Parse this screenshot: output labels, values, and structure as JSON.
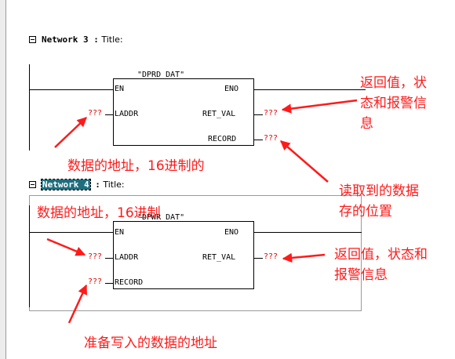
{
  "networks": [
    {
      "number_label": "Network 3",
      "title": "Title:",
      "block_name": "\"DPRD_DAT\"",
      "pins": {
        "en": "EN",
        "eno": "ENO",
        "laddr": "LADDR",
        "ret_val": "RET_VAL",
        "record": "RECORD"
      },
      "operands": {
        "laddr": "???",
        "ret_val": "???",
        "record": "???"
      }
    },
    {
      "number_label": "Network 4",
      "title": "Title:",
      "block_name": "\"DPWR_DAT\"",
      "pins": {
        "en": "EN",
        "eno": "ENO",
        "laddr": "LADDR",
        "ret_val": "RET_VAL",
        "record": "RECORD"
      },
      "operands": {
        "laddr": "???",
        "ret_val": "???",
        "record": "???"
      }
    }
  ],
  "annotations": {
    "n3_retval_line1": "返回值，状",
    "n3_retval_line2": "态和报警信",
    "n3_retval_line3": "息",
    "n3_laddr": "数据的地址，16进制的",
    "n3_record_line1": "读取到的数据",
    "n3_record_line2": "存的位置",
    "n4_laddr": "数据的地址，16进制",
    "n4_retval_line1": "返回值，状态和",
    "n4_retval_line2": "报警信息",
    "n4_record": "准备写入的数据的地址"
  },
  "colors": {
    "annotation": "#ff1a1a",
    "operand": "#e00000",
    "selection": "#1e6e7e"
  }
}
